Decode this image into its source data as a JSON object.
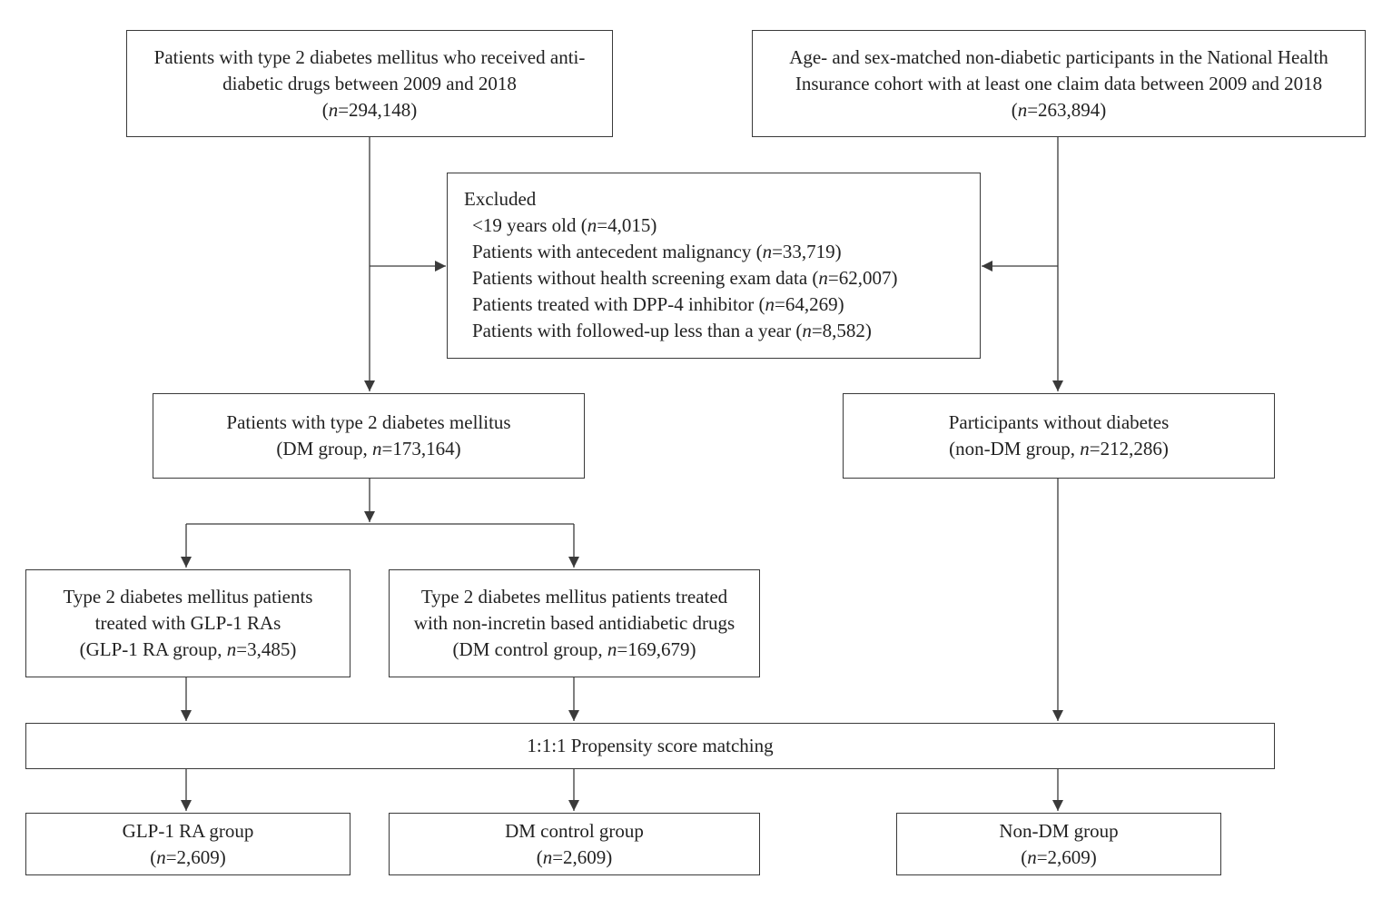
{
  "top_left": {
    "line1": "Patients with type 2 diabetes mellitus who received anti-",
    "line2": "diabetic drugs between 2009 and 2018",
    "n_prefix": "(",
    "n_var": "n",
    "n_value": "=294,148)"
  },
  "top_right": {
    "line1": "Age- and sex-matched non-diabetic participants in the National Health",
    "line2": "Insurance cohort with at least one claim data between 2009 and 2018",
    "n_prefix": "(",
    "n_var": "n",
    "n_value": "=263,894)"
  },
  "excluded": {
    "title": "Excluded",
    "items": [
      {
        "pre": "<19 years old (",
        "var": "n",
        "post": "=4,015)"
      },
      {
        "pre": "Patients with antecedent malignancy (",
        "var": "n",
        "post": "=33,719)"
      },
      {
        "pre": "Patients without health screening exam data (",
        "var": "n",
        "post": "=62,007)"
      },
      {
        "pre": "Patients treated with DPP-4 inhibitor (",
        "var": "n",
        "post": "=64,269)"
      },
      {
        "pre": "Patients with followed-up less than a year (",
        "var": "n",
        "post": "=8,582)"
      }
    ]
  },
  "dm": {
    "line1": "Patients with type 2 diabetes mellitus",
    "n_prefix": "(DM group, ",
    "n_var": "n",
    "n_value": "=173,164)"
  },
  "nondm": {
    "line1": "Participants without diabetes",
    "n_prefix": "(non-DM group, ",
    "n_var": "n",
    "n_value": "=212,286)"
  },
  "glp1": {
    "line1": "Type 2 diabetes mellitus patients",
    "line2": "treated with GLP-1 RAs",
    "n_prefix": "(GLP-1 RA group, ",
    "n_var": "n",
    "n_value": "=3,485)"
  },
  "dmctrl": {
    "line1": "Type 2 diabetes mellitus patients treated",
    "line2": "with non-incretin based antidiabetic drugs",
    "n_prefix": "(DM control group, ",
    "n_var": "n",
    "n_value": "=169,679)"
  },
  "psm": {
    "label": "1:1:1 Propensity score matching"
  },
  "final": {
    "glp1": {
      "label": "GLP-1 RA group",
      "n_prefix": "(",
      "n_var": "n",
      "n_value": "=2,609)"
    },
    "dmctrl": {
      "label": "DM control group",
      "n_prefix": "(",
      "n_var": "n",
      "n_value": "=2,609)"
    },
    "nondm": {
      "label": "Non-DM group",
      "n_prefix": "(",
      "n_var": "n",
      "n_value": "=2,609)"
    }
  },
  "colors": {
    "line": "#3a3a3a",
    "text": "#222222",
    "background": "#ffffff"
  }
}
